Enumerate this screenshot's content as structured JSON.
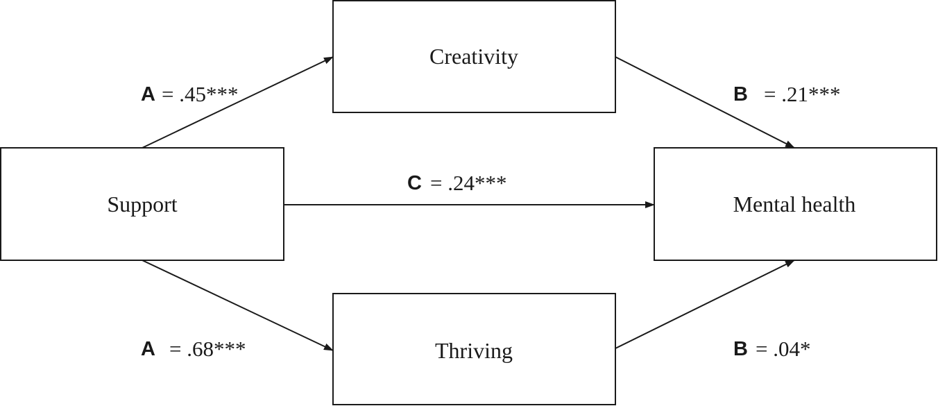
{
  "nodes": {
    "creativity": "Creativity",
    "support": "Support",
    "mental_health": "Mental health",
    "thriving": "Thriving"
  },
  "edges": {
    "support_creativity": {
      "letter": "A",
      "value": "= .45***"
    },
    "creativity_mental": {
      "letter": "B",
      "value": "= .21***"
    },
    "support_mental": {
      "letter": "C",
      "value": "= .24***"
    },
    "support_thriving": {
      "letter": "A",
      "value": "= .68***"
    },
    "thriving_mental": {
      "letter": "B",
      "value": "= .04*"
    }
  },
  "colors": {
    "stroke": "#1a1a1a",
    "background": "#ffffff"
  }
}
